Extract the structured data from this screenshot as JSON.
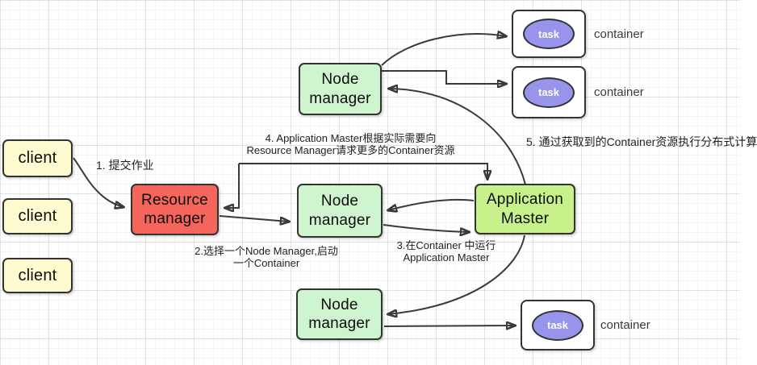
{
  "diagram": {
    "nodes": {
      "clients": [
        {
          "label": "client"
        },
        {
          "label": "client"
        },
        {
          "label": "client"
        }
      ],
      "resource_manager": {
        "label": "Resource manager"
      },
      "node_managers": [
        {
          "label": "Node manager"
        },
        {
          "label": "Node manager"
        },
        {
          "label": "Node manager"
        }
      ],
      "application_master": {
        "label": "Application Master"
      },
      "containers": [
        {
          "task_label": "task",
          "container_label": "container"
        },
        {
          "task_label": "task",
          "container_label": "container"
        },
        {
          "task_label": "task",
          "container_label": "container"
        }
      ]
    },
    "annotations": {
      "step1": "1. 提交作业",
      "step2_line1": "2.选择一个Node Manager,启动",
      "step2_line2": "一个Container",
      "step3_line1": "3.在Container 中运行",
      "step3_line2": "Application Master",
      "step4_line1": "4. Application Master根据实际需要向",
      "step4_line2": "Resource Manager请求更多的Container资源",
      "step5": "5. 通过获取到的Container资源执行分布式计算"
    },
    "colors": {
      "client_fill": "#FDFBCF",
      "resource_manager_fill": "#F4655C",
      "node_manager_fill": "#CFF5CF",
      "application_master_fill": "#C6F18B",
      "task_fill": "#9694EB",
      "container_fill": "#FFFFFF",
      "shape_border": "#333333",
      "connector": "#3A3A3A"
    }
  }
}
